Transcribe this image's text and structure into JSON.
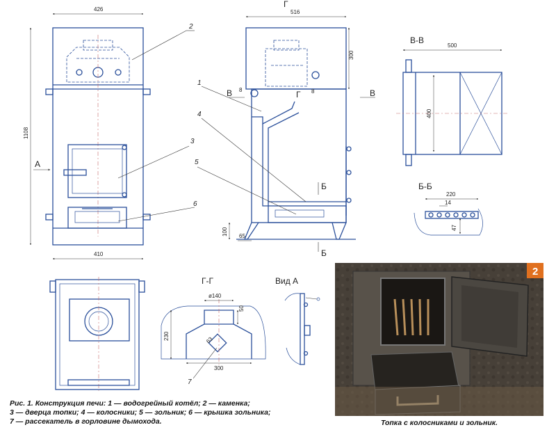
{
  "figure": {
    "caption_lines": [
      "Рис. 1. Конструкция печи: 1 — водогрейный котёл; 2 — каменка;",
      "3 — дверца топки; 4 — колосники; 5 — зольник; 6 — крышка зольника;",
      "7 — рассекатель в горловине дымохода."
    ],
    "photo_caption": "Топка с колосниками и зольник.",
    "photo_badge": "2"
  },
  "front_view": {
    "dims": {
      "top_width": "426",
      "height": "1108",
      "bottom_width": "410"
    },
    "callouts": [
      "2",
      "3",
      "6"
    ],
    "view_marker": "А"
  },
  "section_view": {
    "dims": {
      "top_width": "516",
      "upper_height": "300",
      "leg_height": "100",
      "leg_offset": "65",
      "gap_a": "8",
      "gap_b": "8"
    },
    "callouts": [
      "1",
      "4",
      "5"
    ],
    "section_marks": {
      "v": "В",
      "g": "Г",
      "b": "Б"
    }
  },
  "view_vv": {
    "title": "В-В",
    "dims": {
      "width": "500",
      "height": "400"
    }
  },
  "view_bb": {
    "title": "Б-Б",
    "dims": {
      "width": "220",
      "pitch": "14",
      "height": "47"
    }
  },
  "view_gg": {
    "title": "Г-Г",
    "dims": {
      "pipe_dia": "ø140",
      "pipe_h": "50",
      "height": "230",
      "width": "300",
      "diverter": "63"
    },
    "callout": "7"
  },
  "view_a": {
    "title": "Вид А"
  },
  "colors": {
    "line": "#2a4f9a",
    "center": "#c56a6a",
    "badge": "#e0701f"
  },
  "icons": [
    "photo-firebox"
  ]
}
